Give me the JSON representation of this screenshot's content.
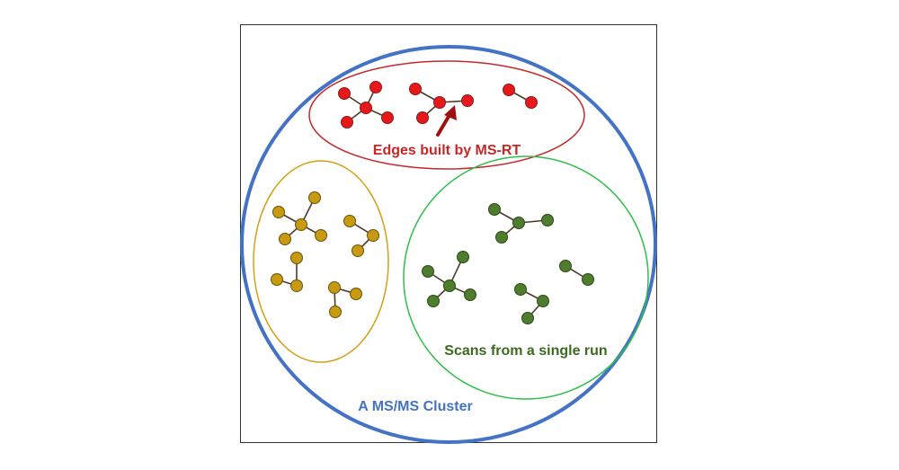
{
  "diagram": {
    "red_group": {
      "label": "Edges built by MS-RT",
      "color": "#e8171a",
      "outline": "#c62828"
    },
    "gold_group": {
      "color": "#c89a10",
      "outline": "#d4a017"
    },
    "green_group": {
      "label": "Scans from a single run",
      "color": "#4e7d2e",
      "outline": "#2fbf4a"
    },
    "cluster": {
      "label": "A MS/MS Cluster",
      "color": "#4472c4"
    },
    "edge_color": "#4d3b2a",
    "arrow_color": "#a01010"
  }
}
